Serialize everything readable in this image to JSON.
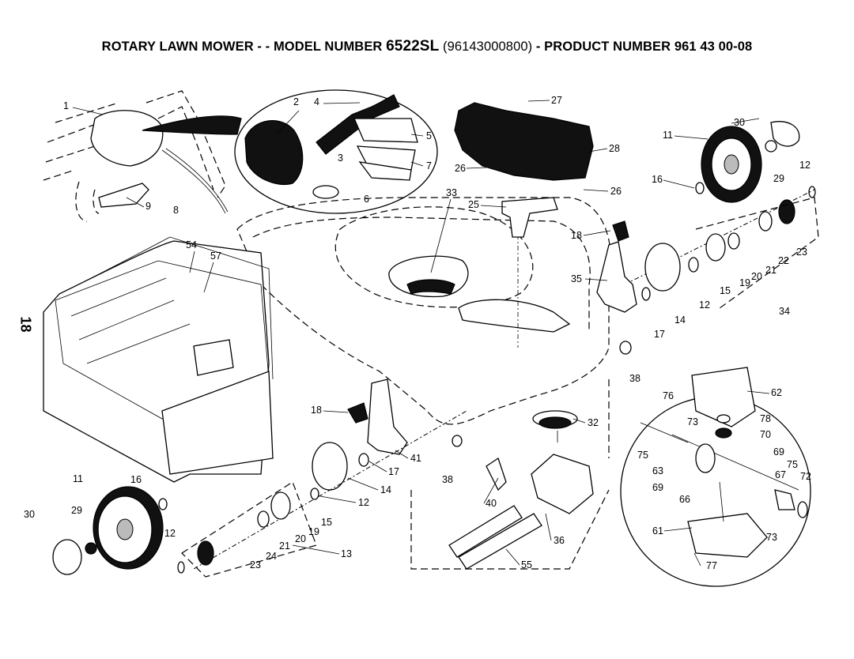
{
  "header": {
    "prefix": "ROTARY LAWN MOWER - - MODEL NUMBER",
    "model": "6522SL",
    "part_number": "(96143000800)",
    "suffix": "- PRODUCT NUMBER 961 43 00-08"
  },
  "page_number": "18",
  "callouts": [
    "1",
    "2",
    "4",
    "27",
    "30",
    "11",
    "3",
    "5",
    "28",
    "26",
    "7",
    "29",
    "12",
    "16",
    "26",
    "9",
    "8",
    "6",
    "33",
    "25",
    "18",
    "54",
    "57",
    "35",
    "22",
    "23",
    "21",
    "20",
    "19",
    "15",
    "12",
    "34",
    "14",
    "17",
    "38",
    "76",
    "62",
    "73",
    "78",
    "18",
    "32",
    "70",
    "41",
    "75",
    "69",
    "17",
    "11",
    "16",
    "38",
    "14",
    "63",
    "75",
    "67",
    "72",
    "40",
    "12",
    "69",
    "66",
    "30",
    "29",
    "15",
    "20",
    "19",
    "36",
    "12",
    "21",
    "24",
    "61",
    "73",
    "13",
    "23",
    "55",
    "77"
  ]
}
